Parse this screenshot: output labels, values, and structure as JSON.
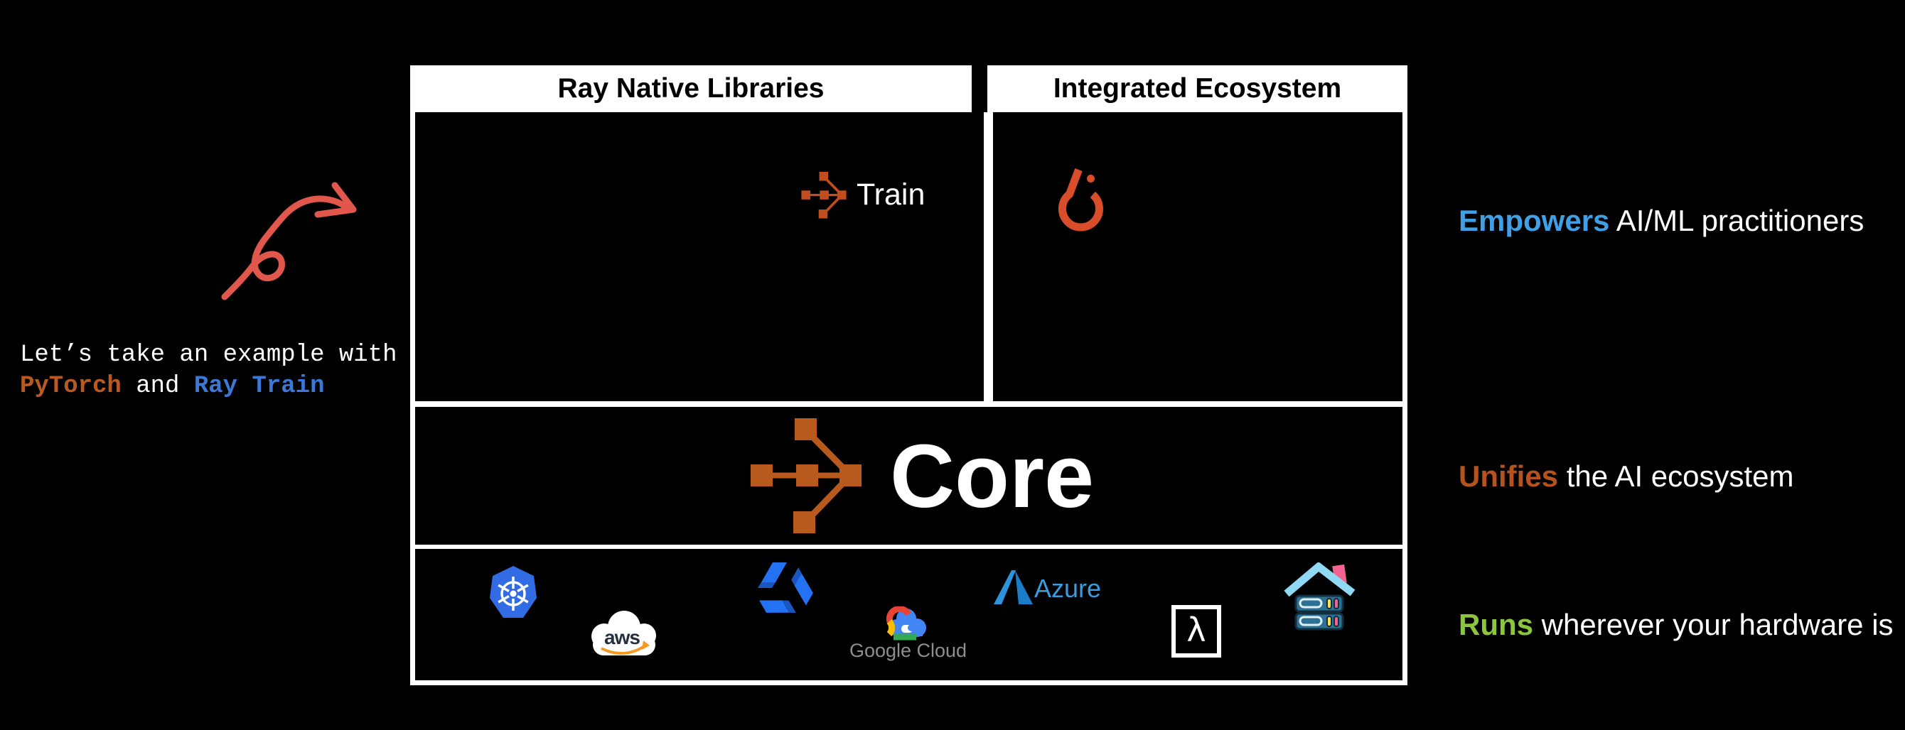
{
  "note": {
    "line1": "Let’s take an example with",
    "pytorch": "PyTorch",
    "connector": " and ",
    "ray_train": "Ray Train",
    "pytorch_color": "#BA5A20",
    "ray_train_color": "#3C78D8"
  },
  "arrow": {
    "color": "#E2574C"
  },
  "diagram": {
    "header_left": "Ray Native Libraries",
    "header_right": "Integrated Ecosystem",
    "train_label": "Train",
    "core_label": "Core",
    "ray_logo_color": "#B85A1E",
    "train_logo_color": "#C04E1F",
    "pytorch_logo_color": "#DA4D2B",
    "logos": {
      "aws_text": "aws",
      "google_cloud_text": "Google Cloud",
      "azure_text": "Azure",
      "lambda_text": "λ"
    }
  },
  "annotations": [
    {
      "highlight": "Empowers",
      "rest": " AI/ML practitioners",
      "color": "#3FA0E6"
    },
    {
      "highlight": "Unifies",
      "rest": " the AI ecosystem",
      "color": "#B5521D"
    },
    {
      "highlight": "Runs",
      "rest": " wherever your hardware is",
      "color": "#8CC63F"
    }
  ]
}
